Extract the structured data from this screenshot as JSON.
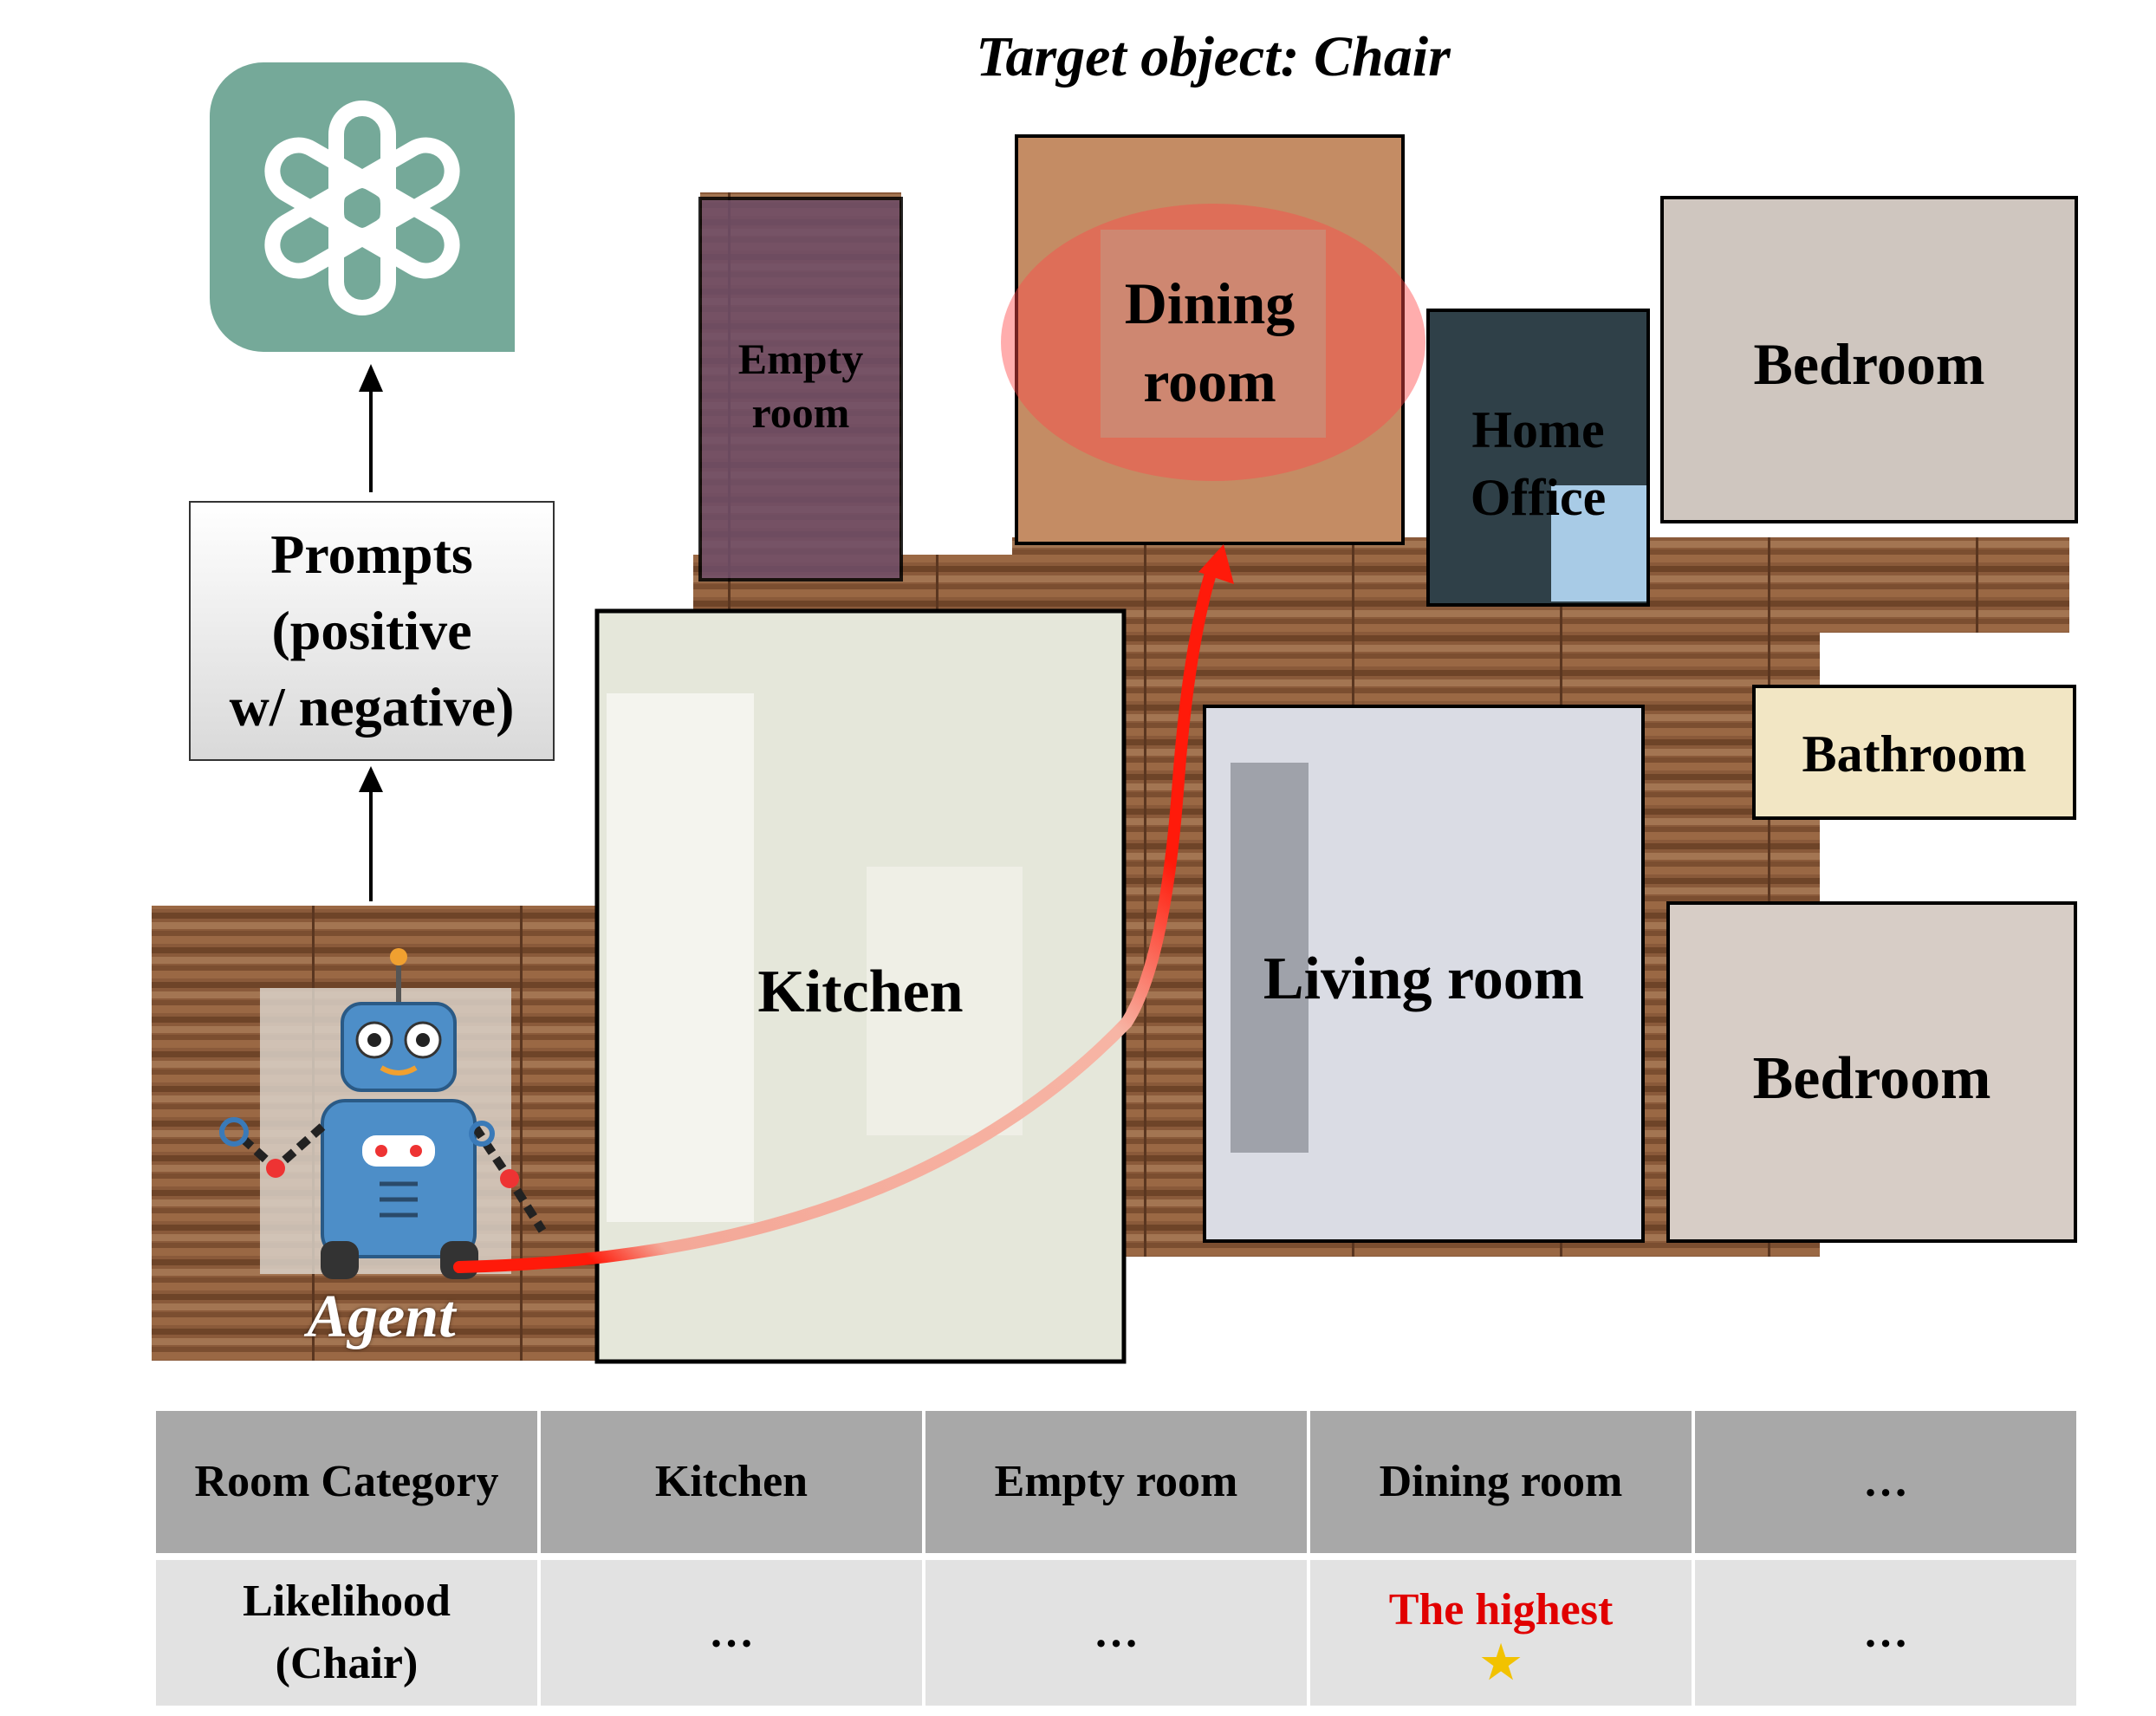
{
  "title": "Target object: Chair",
  "logo": {
    "icon": "openai-knot-icon",
    "tile_color": "#75a999"
  },
  "prompt_box": {
    "lines": [
      "Prompts",
      "(positive",
      "w/ negative)"
    ]
  },
  "agent": {
    "label": "Agent",
    "icon": "robot-icon"
  },
  "rooms": {
    "empty_room": [
      "Empty",
      "room"
    ],
    "dining_room": [
      "Dining",
      "room"
    ],
    "home_office": [
      "Home",
      "Office"
    ],
    "bedroom_top": "Bedroom",
    "bathroom": "Bathroom",
    "kitchen": "Kitchen",
    "living_room": "Living room",
    "bedroom_bottom": "Bedroom"
  },
  "path_color": "#ff1a0a",
  "table": {
    "headers": [
      "Room Category",
      "Kitchen",
      "Empty room",
      "Dining room",
      "…"
    ],
    "row_label_lines": [
      "Likelihood",
      "(Chair)"
    ],
    "row_values": [
      "…",
      "…",
      "…"
    ],
    "highlight_text": "The highest",
    "highlight_icon": "star-icon",
    "highlight_color": "#e10000"
  }
}
